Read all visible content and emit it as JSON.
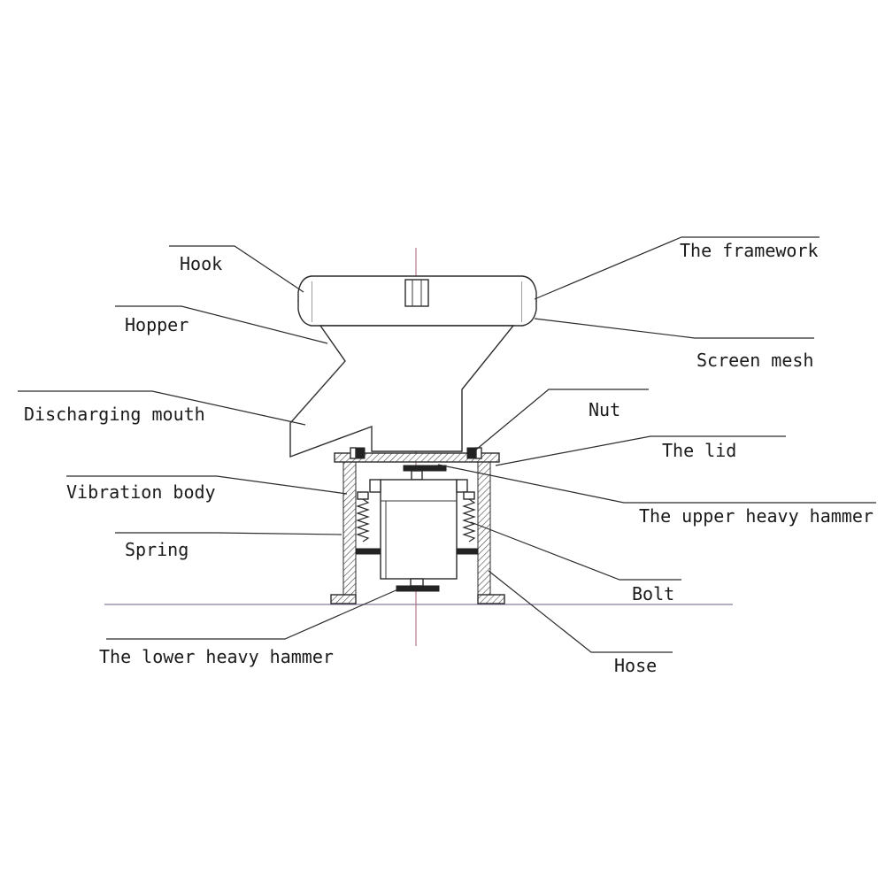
{
  "labels": {
    "hook": "Hook",
    "hopper": "Hopper",
    "discharging_mouth": "Discharging mouth",
    "vibration_body": "Vibration body",
    "spring": "Spring",
    "lower_heavy_hammer": "The lower heavy hammer",
    "framework": "The framework",
    "screen_mesh": "Screen mesh",
    "nut": "Nut",
    "lid": "The lid",
    "upper_heavy_hammer": "The upper heavy hammer",
    "bolt": "Bolt",
    "hose": "Hose"
  },
  "colors": {
    "centerline": "#b07a8a",
    "ground_line": "#8a7a9a"
  }
}
